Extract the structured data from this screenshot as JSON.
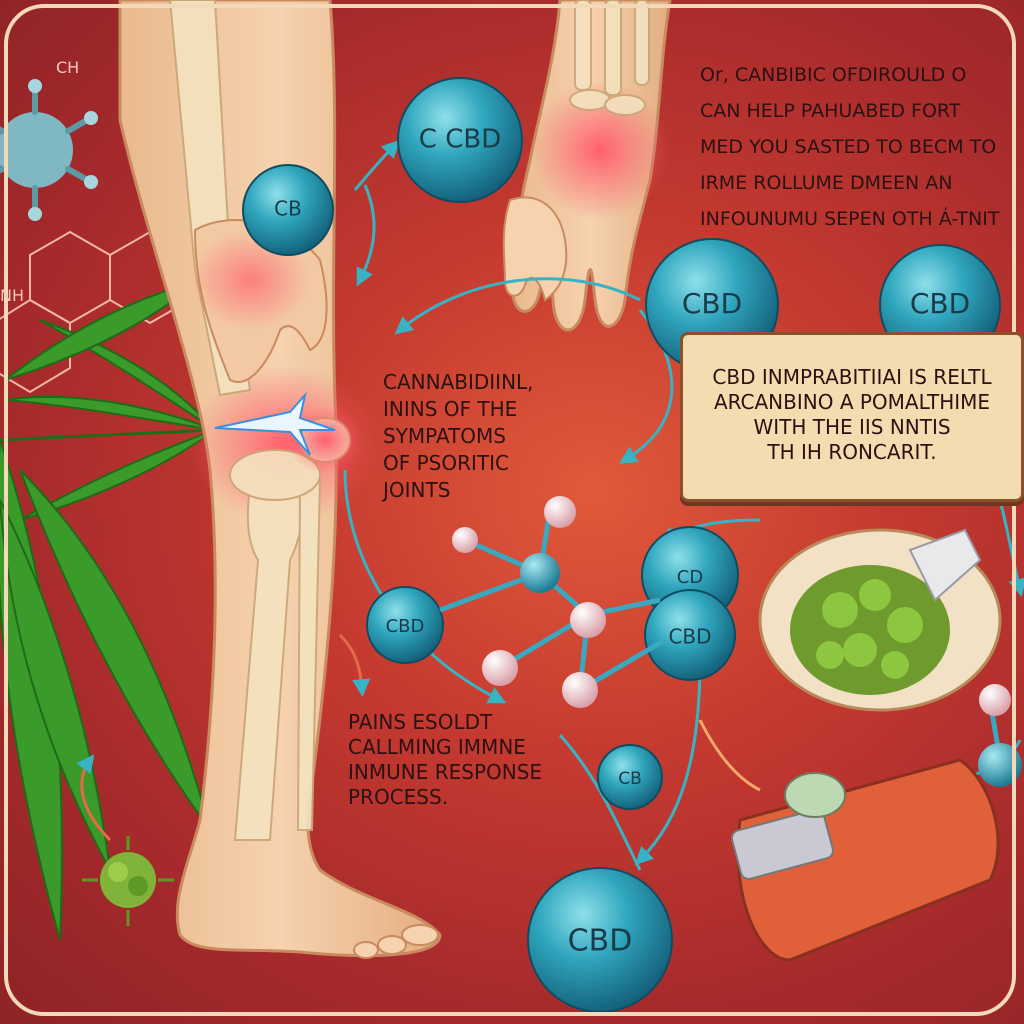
{
  "chem_labels": {
    "ch": "CH",
    "nh": "NH"
  },
  "top_text": [
    "Or, CANBIBIC OFDIROULD   O",
    "CAN   HELP PAHUABED FORT",
    "MED YOU SASTED TO BECM TO",
    "IRME ROLLUME DMEEN   AN",
    "INFOUNUMU SEPEN OTH Á-TNIT"
  ],
  "mid_text": [
    "CANNABIDIINL,",
    "ININS OF THE",
    "SYMPATOMS",
    "OF PSORITIC",
    "JOINTS"
  ],
  "low_text": [
    "PAINS ESOLDT",
    "CALLMING IMMNE",
    "INMUNE RESPONSE",
    "PROCESS."
  ],
  "box_text": [
    "CBD INMPRABITIIAI IS RELTL",
    "ARCANBINO A POMALTHIME",
    "WITH THE  IIS  NNTIS",
    "TH IH RONCARIT."
  ],
  "bubbles": {
    "b1": "C CBD",
    "b2": "CB",
    "b3": "CBD",
    "b4": "CBD",
    "b5": "CD",
    "b6": "CBD",
    "b7": "CBD",
    "b8": "CB",
    "b9": "CBD"
  },
  "colors": {
    "bubble": "#2a9cb5",
    "arrow": "#38b3c4",
    "inflammation": "#f0404a",
    "leaf": "#3a9a2a",
    "box": "#f4dcb1"
  }
}
